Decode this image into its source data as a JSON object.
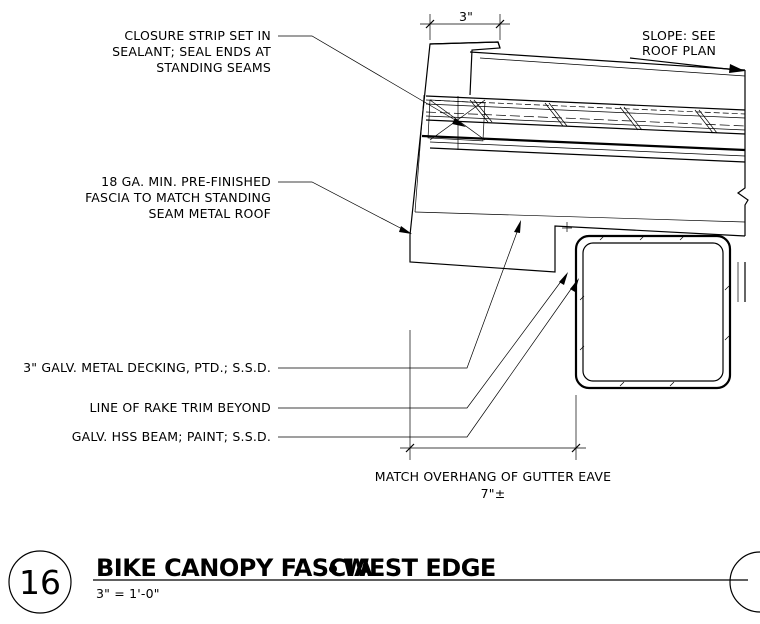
{
  "notes": {
    "closure_strip": [
      "CLOSURE STRIP SET IN",
      "SEALANT; SEAL ENDS AT",
      "STANDING SEAMS"
    ],
    "fascia": [
      "18 GA. MIN. PRE-FINISHED",
      "FASCIA TO MATCH STANDING",
      "SEAM METAL ROOF"
    ],
    "decking": "3\" GALV. METAL DECKING, PTD.; S.S.D.",
    "rake_trim": "LINE OF RAKE TRIM BEYOND",
    "hss_beam": "GALV. HSS BEAM; PAINT; S.S.D.",
    "slope": [
      "SLOPE: SEE",
      "ROOF PLAN"
    ],
    "overhang": "MATCH OVERHANG OF GUTTER EAVE"
  },
  "dimensions": {
    "fascia_lip": "3\"",
    "overhang": "7\"±"
  },
  "title_block": {
    "detail_number": "16",
    "title_left": "BIKE CANOPY FASCIA",
    "title_right": "WEST EDGE",
    "scale": "3\" = 1'-0\""
  }
}
